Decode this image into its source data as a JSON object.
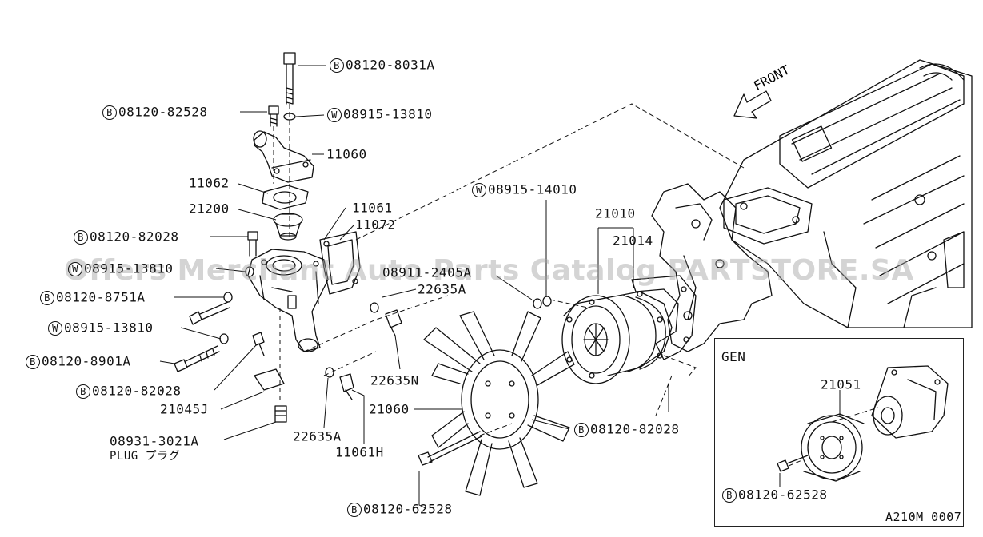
{
  "watermark": "Offers Merchant Auto Parts Catalog PARTSTORE.SA",
  "front_label": "FRONT",
  "inset_title": "GEN",
  "reference_code": "A210M 0007",
  "plug_label": "PLUG プラグ",
  "labels": [
    {
      "id": "b-08120-8031a",
      "prefix": "B",
      "text": "08120-8031A"
    },
    {
      "id": "b-08120-82528",
      "prefix": "B",
      "text": "08120-82528"
    },
    {
      "id": "w-08915-13810-top",
      "prefix": "W",
      "text": "08915-13810"
    },
    {
      "id": "p-11060",
      "prefix": "",
      "text": "11060"
    },
    {
      "id": "p-11062",
      "prefix": "",
      "text": "11062"
    },
    {
      "id": "p-21200",
      "prefix": "",
      "text": "21200"
    },
    {
      "id": "p-11061",
      "prefix": "",
      "text": "11061"
    },
    {
      "id": "p-11072",
      "prefix": "",
      "text": "11072"
    },
    {
      "id": "b-08120-82028-a",
      "prefix": "B",
      "text": "08120-82028"
    },
    {
      "id": "w-08915-13810-mid",
      "prefix": "W",
      "text": "08915-13810"
    },
    {
      "id": "p-08911-2405a",
      "prefix": "",
      "text": "08911-2405A"
    },
    {
      "id": "p-22635a-top",
      "prefix": "",
      "text": "22635A"
    },
    {
      "id": "b-08120-8751a",
      "prefix": "B",
      "text": "08120-8751A"
    },
    {
      "id": "w-08915-13810-low",
      "prefix": "W",
      "text": "08915-13810"
    },
    {
      "id": "b-08120-8901a",
      "prefix": "B",
      "text": "08120-8901A"
    },
    {
      "id": "p-22635n",
      "prefix": "",
      "text": "22635N"
    },
    {
      "id": "b-08120-82028-b",
      "prefix": "B",
      "text": "08120-82028"
    },
    {
      "id": "p-21045j",
      "prefix": "",
      "text": "21045J"
    },
    {
      "id": "p-21060",
      "prefix": "",
      "text": "21060"
    },
    {
      "id": "p-08931-3021a",
      "prefix": "",
      "text": "08931-3021A"
    },
    {
      "id": "p-22635a-bot",
      "prefix": "",
      "text": "22635A"
    },
    {
      "id": "p-11061h",
      "prefix": "",
      "text": "11061H"
    },
    {
      "id": "b-08120-62528-main",
      "prefix": "B",
      "text": "08120-62528"
    },
    {
      "id": "w-08915-14010",
      "prefix": "W",
      "text": "08915-14010"
    },
    {
      "id": "p-21010",
      "prefix": "",
      "text": "21010"
    },
    {
      "id": "p-21014",
      "prefix": "",
      "text": "21014"
    },
    {
      "id": "b-08120-82028-c",
      "prefix": "B",
      "text": "08120-82028"
    },
    {
      "id": "p-21051",
      "prefix": "",
      "text": "21051"
    },
    {
      "id": "b-08120-62528-gen",
      "prefix": "B",
      "text": "08120-62528"
    }
  ]
}
